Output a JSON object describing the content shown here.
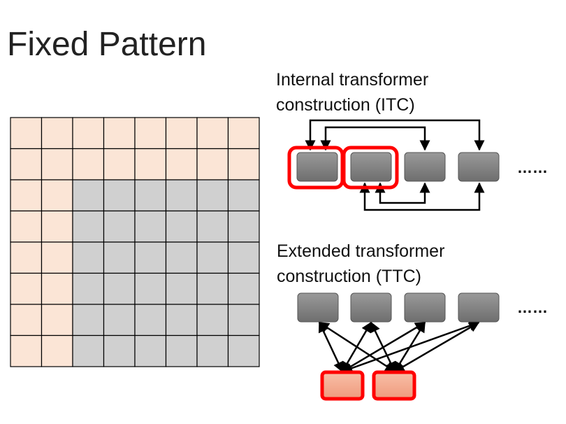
{
  "title": "Fixed Pattern",
  "grid": {
    "rows": 8,
    "cols": 8,
    "highlight_rows": 2,
    "highlight_cols": 2,
    "highlight_color": "#fbe5d6",
    "other_color": "#d0d0d0",
    "line_color": "#000000"
  },
  "itc": {
    "caption_line1": "Internal transformer",
    "caption_line2": "construction (ITC)",
    "ellipsis": "……",
    "block_count": 4,
    "highlighted_blocks": [
      0,
      1
    ]
  },
  "ttc": {
    "caption_line1": "Extended transformer",
    "caption_line2": "construction (TTC)",
    "ellipsis": "……",
    "block_count": 4,
    "global_block_count": 2
  },
  "colors": {
    "block_gray": "#8a8a8a",
    "highlight_outline": "#ff0000",
    "global_fill": "#f4a58a"
  }
}
